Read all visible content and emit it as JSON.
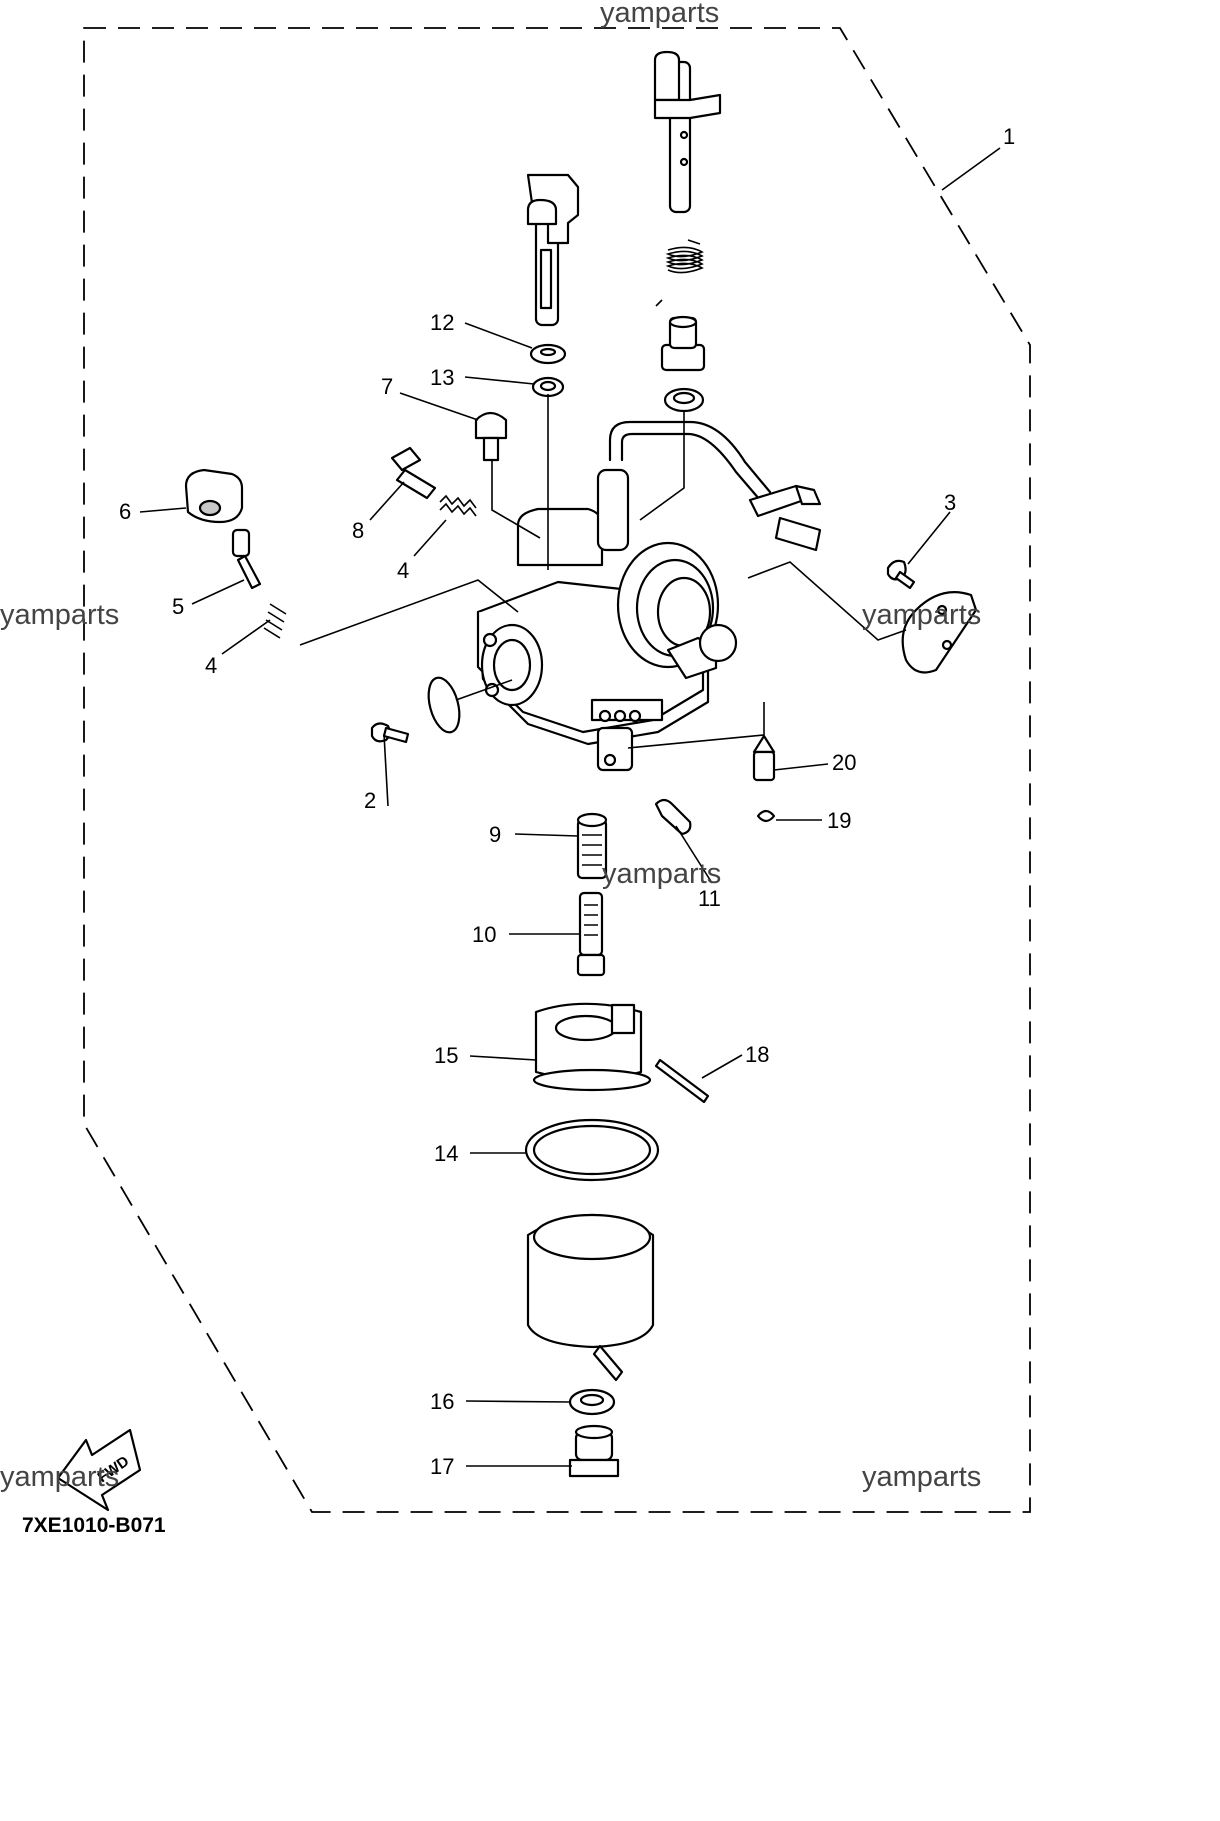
{
  "diagram_code": "7XE1010-B071",
  "direction_label": "FWD",
  "watermark": "yamparts",
  "callouts": {
    "c1": "1",
    "c2": "2",
    "c3": "3",
    "c4a": "4",
    "c4b": "4",
    "c5": "5",
    "c6": "6",
    "c7": "7",
    "c8": "8",
    "c9": "9",
    "c10": "10",
    "c11": "11",
    "c12": "12",
    "c13": "13",
    "c14": "14",
    "c15": "15",
    "c16": "16",
    "c17": "17",
    "c18": "18",
    "c19": "19",
    "c20": "20"
  }
}
